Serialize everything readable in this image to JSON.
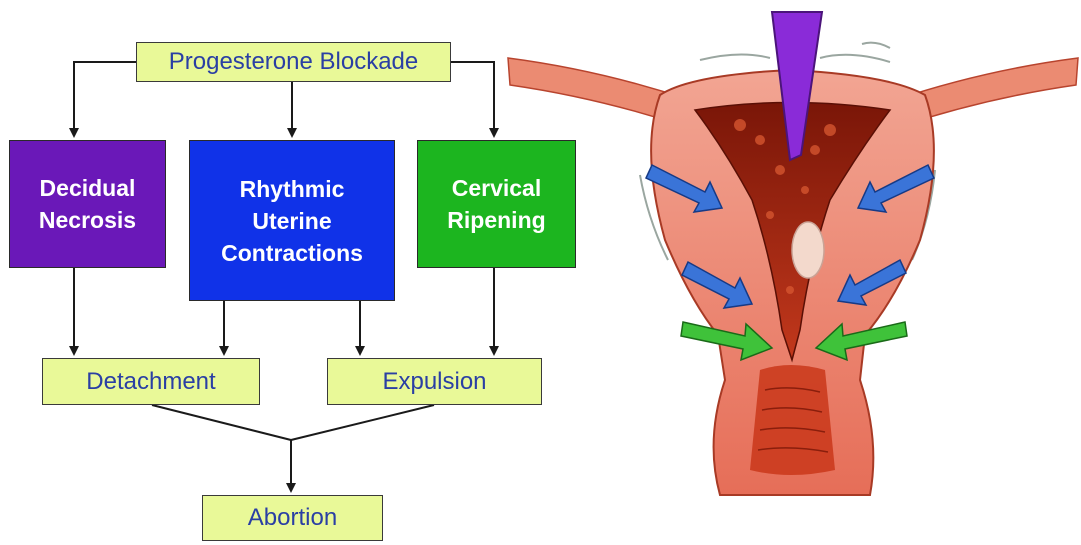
{
  "flowchart": {
    "top": "Progesterone Blockade",
    "mechanisms": [
      {
        "label": "Decidual\nNecrosis",
        "color": "#6a18b8"
      },
      {
        "label": "Rhythmic\nUterine\nContractions",
        "color": "#1032e8"
      },
      {
        "label": "Cervical\nRipening",
        "color": "#1cb51f"
      }
    ],
    "outcomes": [
      "Detachment",
      "Expulsion"
    ],
    "result": "Abortion"
  },
  "colors": {
    "label_box_fill": "#e9f998",
    "label_text": "#2a3fa4",
    "uterus_tissue": "#e8715a",
    "push_arrow": "#8a2bd8",
    "contraction_arrows": "#3a74d8",
    "cervix_arrows": "#3fc23a"
  },
  "illustration": {
    "subject": "uterus-cross-section",
    "arrows": [
      "push-arrow-top",
      "contraction-arrows-blue",
      "cervix-arrows-green"
    ]
  }
}
